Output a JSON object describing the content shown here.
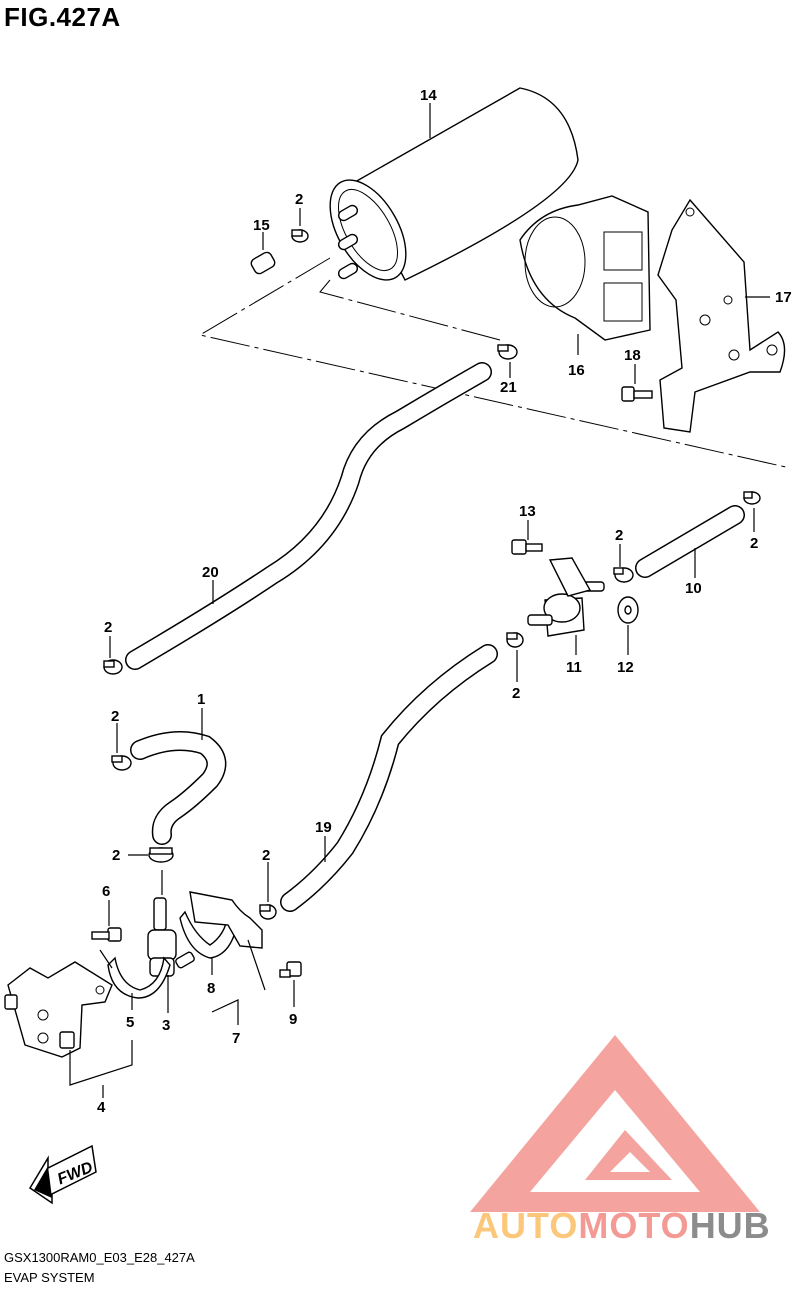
{
  "figure": {
    "title": "FIG.427A"
  },
  "footer": {
    "model_code": "GSX1300RAM0_E03_E28_427A",
    "section_title": "EVAP SYSTEM"
  },
  "direction_badge": {
    "label": "FWD"
  },
  "watermark": {
    "part1": "AUTO",
    "part2": "MOTO",
    "part3": "HUB",
    "colors": {
      "auto": "#fbc77a",
      "moto": "#f39a94",
      "hub": "#8c8c8c"
    }
  },
  "callouts": {
    "c1": "1",
    "c2a": "2",
    "c2b": "2",
    "c2c": "2",
    "c2d": "2",
    "c2e": "2",
    "c2f": "2",
    "c2g": "2",
    "c2h": "2",
    "c3": "3",
    "c4": "4",
    "c5": "5",
    "c6": "6",
    "c7": "7",
    "c8": "8",
    "c9": "9",
    "c10": "10",
    "c11": "11",
    "c12": "12",
    "c13": "13",
    "c14": "14",
    "c15": "15",
    "c16": "16",
    "c17": "17",
    "c18": "18",
    "c19": "19",
    "c20": "20",
    "c21": "21"
  }
}
